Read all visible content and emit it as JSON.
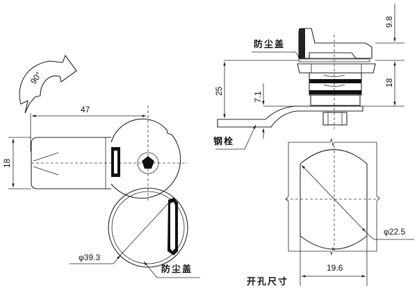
{
  "rotation_view": {
    "rotation_label": "90°",
    "dim_length": "47",
    "dim_height": "18",
    "dim_cover_diameter": "φ39.3",
    "dust_cover_label": "防尘盖"
  },
  "side_view": {
    "dim_cover_height": "9.8",
    "dim_body_height": "18",
    "dim_total": "25",
    "dim_offset": "7.1",
    "dust_cover_label": "防尘盖",
    "steel_bolt_label": "钢栓"
  },
  "cutout_view": {
    "dim_diameter": "φ22.5",
    "dim_width": "19.6",
    "title": "开孔尺寸"
  }
}
